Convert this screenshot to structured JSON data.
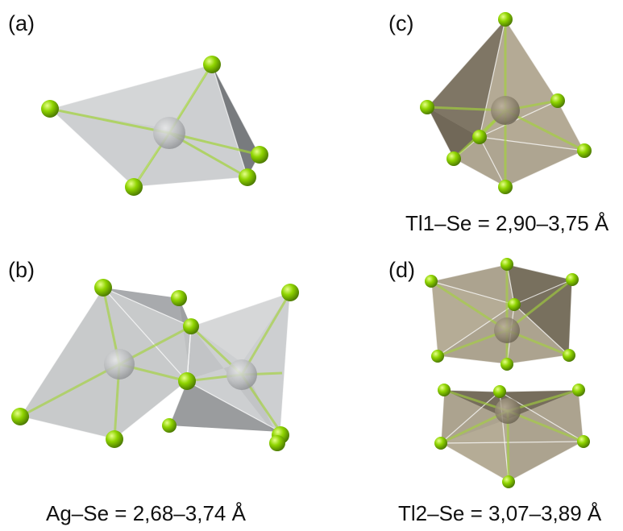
{
  "panels": [
    {
      "label": "(a)",
      "caption": ""
    },
    {
      "label": "(b)",
      "caption": "Ag–Se = 2,68–3,74 Å"
    },
    {
      "label": "(c)",
      "caption": "Tl1–Se = 2,90–3,75 Å"
    },
    {
      "label": "(d)",
      "caption": "Tl2–Se = 3,07–3,89 Å"
    }
  ],
  "colors": {
    "ag_face": "#c7c9cb",
    "ag_face_dark": "#8e9093",
    "tl_face": "#a59b86",
    "tl_face_dark": "#7b7260",
    "se_atom": "#8fd400",
    "bond": "#9ccc3a"
  }
}
